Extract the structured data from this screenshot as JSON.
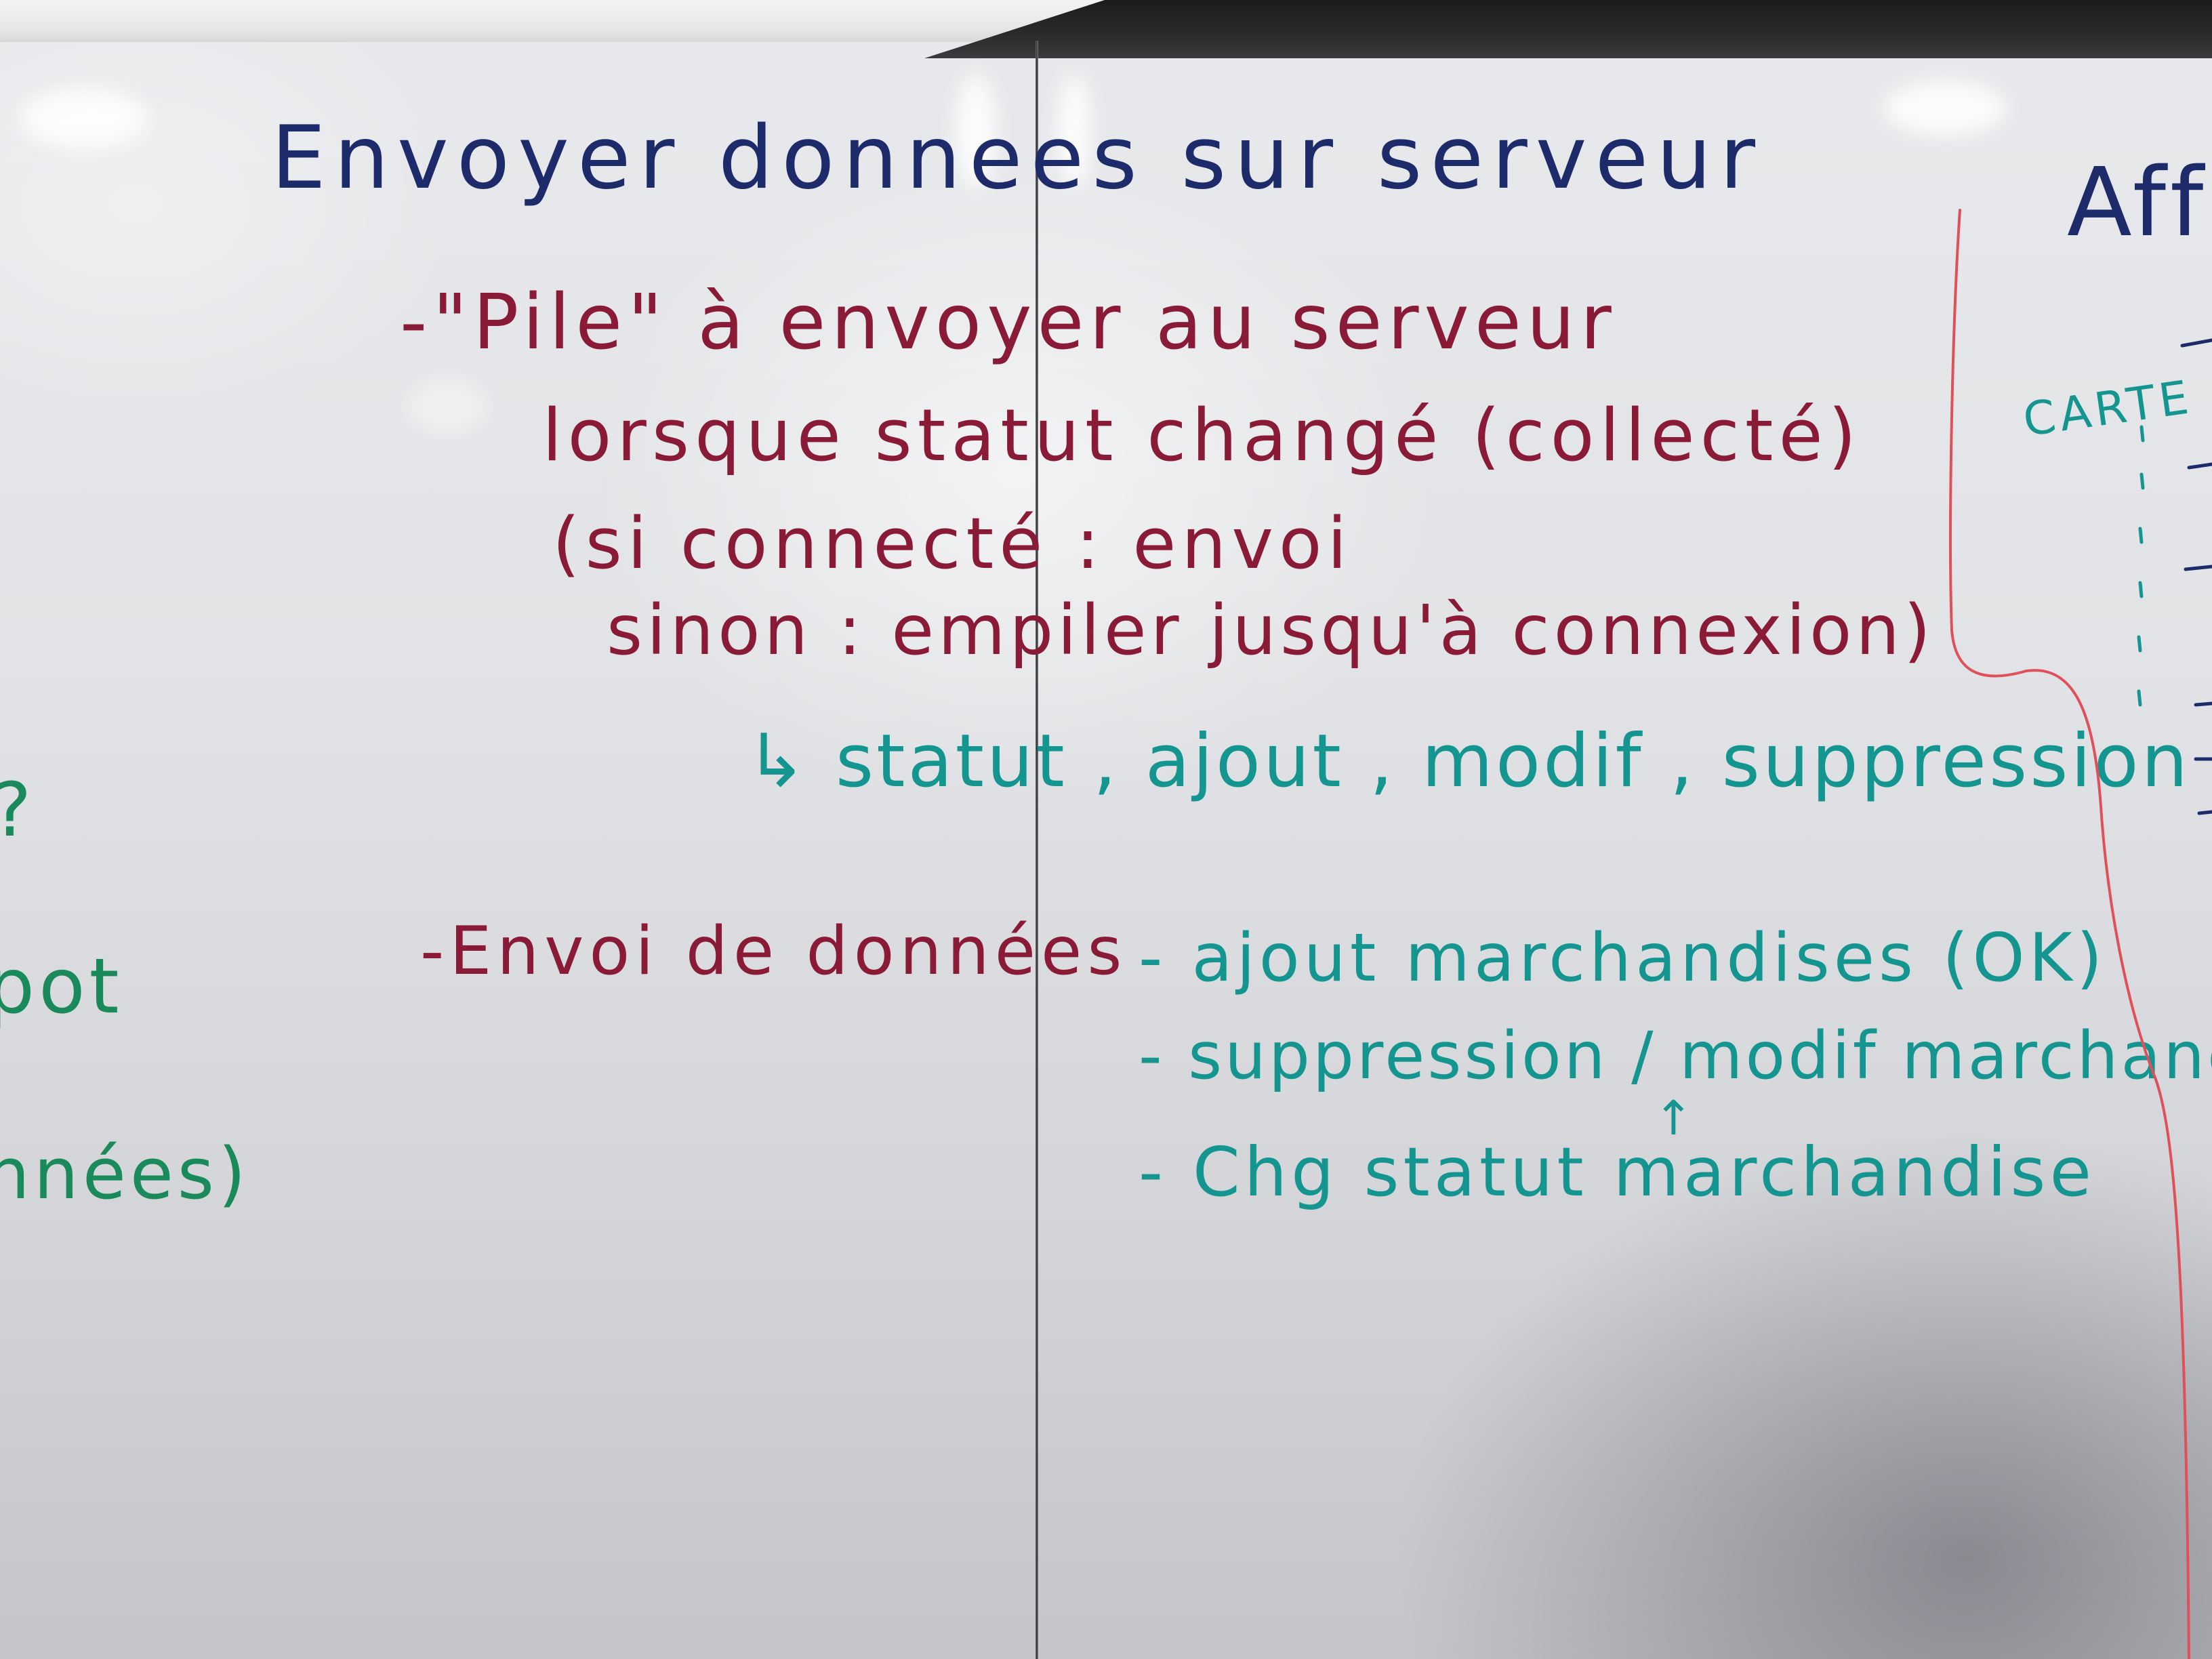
{
  "whiteboard": {
    "title": "Envoyer donnees sur serveur",
    "right_heading": "Affi",
    "right_label": "CARTE",
    "left_fragments": [
      "?",
      "pot",
      "nnées)"
    ],
    "section1": {
      "bullet": "-\"Pile\" à envoyer au serveur",
      "line2": "lorsque statut changé (collecté)",
      "line3": "(si connecté : envoi",
      "line4": "sinon : empiler jusqu'à connexion)",
      "arrow_line": "↳ statut , ajout , modif , suppression"
    },
    "section2": {
      "bullet": "-Envoi de données",
      "items": [
        "- ajout marchandises (OK)",
        "- suppression / modif marchandises",
        "- Chg statut marchandise"
      ],
      "up_arrow": "↑"
    }
  },
  "colors": {
    "navy": "#1d2b6b",
    "maroon": "#8a1b36",
    "teal": "#15958f",
    "green": "#1a8a5a",
    "red_line": "#e0505a"
  }
}
